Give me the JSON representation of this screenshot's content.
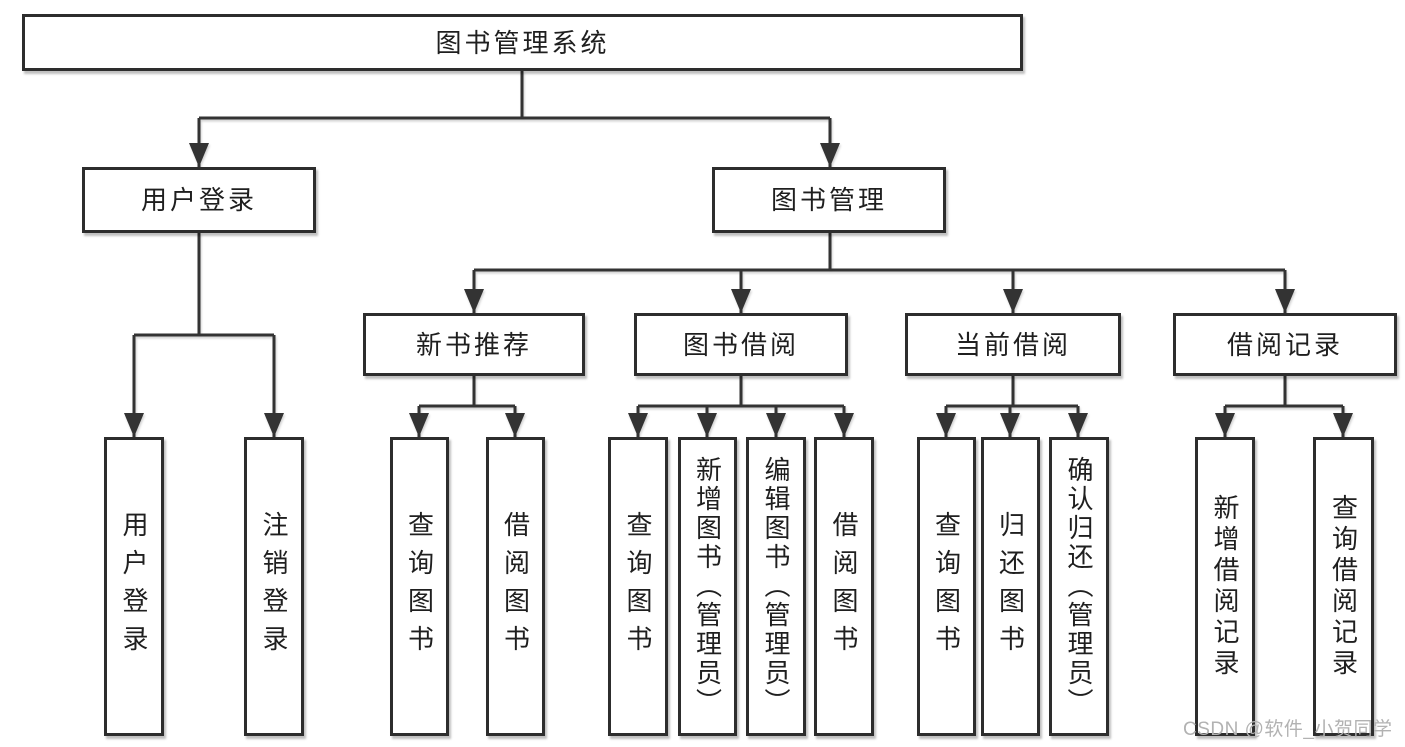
{
  "colors": {
    "background": "#ffffff",
    "box_border": "#2d2d2d",
    "connector_line": "#333333",
    "text": "#1f1f1f",
    "watermark": "#b2b2b2"
  },
  "watermark": {
    "text": "CSDN @软件_小贺同学"
  },
  "diagram": {
    "type": "hierarchy-flowchart",
    "root": {
      "label": "图书管理系统",
      "children": [
        {
          "label": "用户登录",
          "children": [
            {
              "label": "用户登录"
            },
            {
              "label": "注销登录"
            }
          ]
        },
        {
          "label": "图书管理",
          "children": [
            {
              "label": "新书推荐",
              "children": [
                {
                  "label": "查询图书"
                },
                {
                  "label": "借阅图书"
                }
              ]
            },
            {
              "label": "图书借阅",
              "children": [
                {
                  "label": "查询图书"
                },
                {
                  "label": "新增图书（管理员）"
                },
                {
                  "label": "编辑图书（管理员）"
                },
                {
                  "label": "借阅图书"
                }
              ]
            },
            {
              "label": "当前借阅",
              "children": [
                {
                  "label": "查询图书"
                },
                {
                  "label": "归还图书"
                },
                {
                  "label": "确认归还（管理员）"
                }
              ]
            },
            {
              "label": "借阅记录",
              "children": [
                {
                  "label": "新增借阅记录"
                },
                {
                  "label": "查询借阅记录"
                }
              ]
            }
          ]
        }
      ]
    }
  }
}
